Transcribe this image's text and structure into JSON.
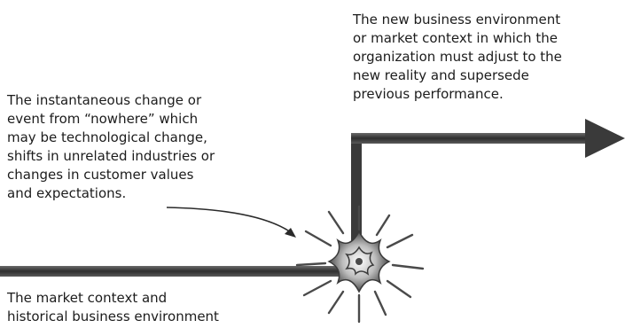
{
  "labels": {
    "new_environment": [
      "The new business environment",
      "or market context in which the",
      "organization must adjust to the",
      "new reality and supersede",
      "previous performance."
    ],
    "event": [
      "The instantaneous change or",
      "event from “nowhere” which",
      "may be technological change,",
      "shifts in unrelated industries or",
      "changes in customer values",
      "and expectations."
    ],
    "historical": [
      "The market context and",
      "historical business environment"
    ]
  },
  "colors": {
    "line": "#3a3a3a",
    "text": "#1c1c1c",
    "burst": "#4a4a4a"
  },
  "icons": {
    "arrowhead": "arrow-right-icon",
    "burst": "starburst-icon"
  }
}
